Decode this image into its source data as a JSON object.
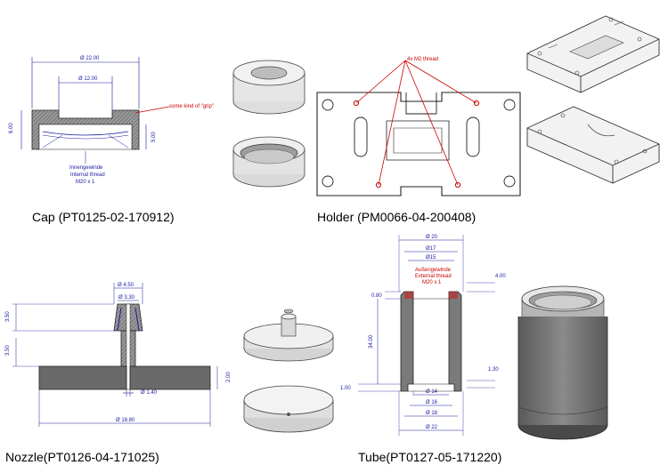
{
  "captions": {
    "cap": "Cap (PT0125-02-170912)",
    "holder": "Holder (PM0066-04-200408)",
    "nozzle": "Nozzle(PT0126-04-171025)",
    "tube": "Tube(PT0127-05-171220)"
  },
  "cap_drawing": {
    "dim_outer": "Ø 22.00",
    "dim_inner": "Ø 12.00",
    "dim_height": "6.00",
    "dim_thread_depth": "5.00",
    "grip_note": "some kind of \"grip\"",
    "thread_de": "Innengewinde",
    "thread_en": "Internal thread",
    "thread_size": "M20 x 1"
  },
  "holder_drawing": {
    "thread_note": "4x M2 thread"
  },
  "nozzle_drawing": {
    "dim_tip_outer": "Ø 4.50",
    "dim_tip_inner": "Ø 3.30",
    "dim_tip_len": "3.50",
    "dim_neck_len": "3.50",
    "dim_bore": "Ø 1.40",
    "dim_flange": "Ø 18.80",
    "dim_flange_thk": "2.00"
  },
  "tube_drawing": {
    "dim_d20": "Ø 20",
    "dim_d17": "Ø17",
    "dim_d15": "Ø15",
    "thread_de": "Außengewinde",
    "thread_en": "External thread",
    "thread_size": "M20 x 1",
    "dim_top": "4.00",
    "dim_chamfer": "0.80",
    "dim_height": "34.00",
    "dim_step": "1.30",
    "dim_base": "1.00",
    "dim_d14": "Ø 14",
    "dim_d16": "Ø 16",
    "dim_d18": "Ø 18",
    "dim_d22": "Ø 22"
  }
}
